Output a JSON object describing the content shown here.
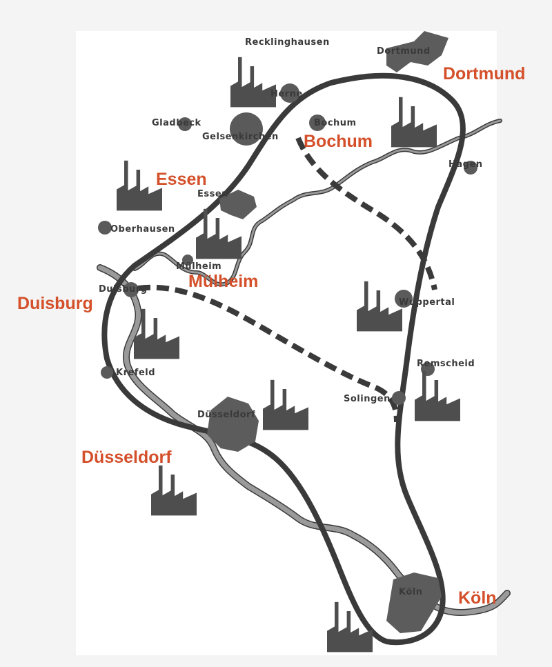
{
  "map": {
    "print_labels": {
      "recklinghausen": "Recklinghausen",
      "dortmund": "Dortmund",
      "herne": "Herne",
      "gladbeck": "Gladbeck",
      "bochum": "Bochum",
      "gelsenkirchen": "Gelsenkirchen",
      "hagen": "Hagen",
      "essen": "Essen",
      "oberhausen": "Oberhausen",
      "mulheim": "Mülheim",
      "duisburg": "Duisburg",
      "wuppertal": "Wuppertal",
      "krefeld": "Krefeld",
      "remscheid": "Remscheid",
      "solingen": "Solingen",
      "dusseldorf": "Düsseldorf",
      "koln": "Köln"
    },
    "overlay_labels": {
      "dortmund": "Dortmund",
      "bochum": "Bochum",
      "essen": "Essen",
      "mulheim": "Mülheim",
      "duisburg": "Duisburg",
      "dusseldorf": "Düsseldorf",
      "koln": "Köln"
    },
    "colors": {
      "overlay_label": "#d4502a",
      "ink": "#3a3a3a",
      "river": "#9a9a9a"
    }
  }
}
